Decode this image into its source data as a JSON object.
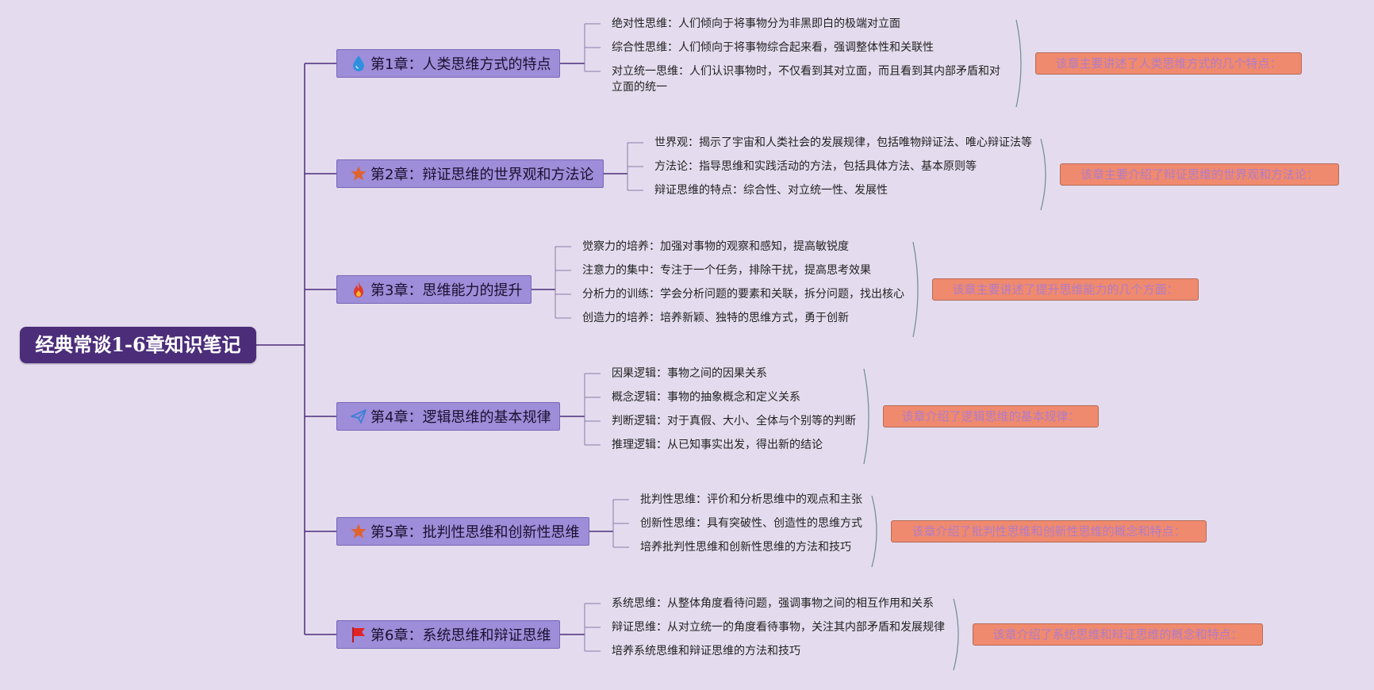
{
  "root": {
    "title": "经典常谈1-6章知识笔记"
  },
  "chapters": [
    {
      "title": "第1章：人类思维方式的特点",
      "icon": "droplet-icon",
      "points": [
        "绝对性思维：人们倾向于将事物分为非黑即白的极端对立面",
        "综合性思维：人们倾向于将事物综合起来看，强调整体性和关联性",
        "对立统一思维：人们认识事物时，不仅看到其对立面，而且看到其内部矛盾和对立面的统一"
      ],
      "summary": "该章主要讲述了人类思维方式的几个特点："
    },
    {
      "title": "第2章：辩证思维的世界观和方法论",
      "icon": "star-icon",
      "points": [
        "世界观：揭示了宇宙和人类社会的发展规律，包括唯物辩证法、唯心辩证法等",
        "方法论：指导思维和实践活动的方法，包括具体方法、基本原则等",
        "辩证思维的特点：综合性、对立统一性、发展性"
      ],
      "summary": "该章主要介绍了辩证思维的世界观和方法论："
    },
    {
      "title": "第3章：思维能力的提升",
      "icon": "fire-icon",
      "points": [
        "觉察力的培养：加强对事物的观察和感知，提高敏锐度",
        "注意力的集中：专注于一个任务，排除干扰，提高思考效果",
        "分析力的训练：学会分析问题的要素和关联，拆分问题，找出核心",
        "创造力的培养：培养新颖、独特的思维方式，勇于创新"
      ],
      "summary": "该章主要讲述了提升思维能力的几个方面："
    },
    {
      "title": "第4章：逻辑思维的基本规律",
      "icon": "paper-plane-icon",
      "points": [
        "因果逻辑：事物之间的因果关系",
        "概念逻辑：事物的抽象概念和定义关系",
        "判断逻辑：对于真假、大小、全体与个别等的判断",
        "推理逻辑：从已知事实出发，得出新的结论"
      ],
      "summary": "该章介绍了逻辑思维的基本规律："
    },
    {
      "title": "第5章：批判性思维和创新性思维",
      "icon": "star-icon",
      "points": [
        "批判性思维：评价和分析思维中的观点和主张",
        "创新性思维：具有突破性、创造性的思维方式",
        "培养批判性思维和创新性思维的方法和技巧"
      ],
      "summary": "该章介绍了批判性思维和创新性思维的概念和特点："
    },
    {
      "title": "第6章：系统思维和辩证思维",
      "icon": "flag-icon",
      "points": [
        "系统思维：从整体角度看待问题，强调事物之间的相互作用和关系",
        "辩证思维：从对立统一的角度看待事物，关注其内部矛盾和发展规律",
        "培养系统思维和辩证思维的方法和技巧"
      ],
      "summary": "该章介绍了系统思维和辩证思维的概念和特点："
    }
  ],
  "colors": {
    "background": "#e4dcee",
    "root_fill": "#4b2d7a",
    "chapter_fill": "#9e8dd8",
    "summary_fill": "#f08a6e",
    "summary_text": "#b07cc8",
    "connector": "#4b2d7a",
    "brace": "#6f8a9a"
  }
}
